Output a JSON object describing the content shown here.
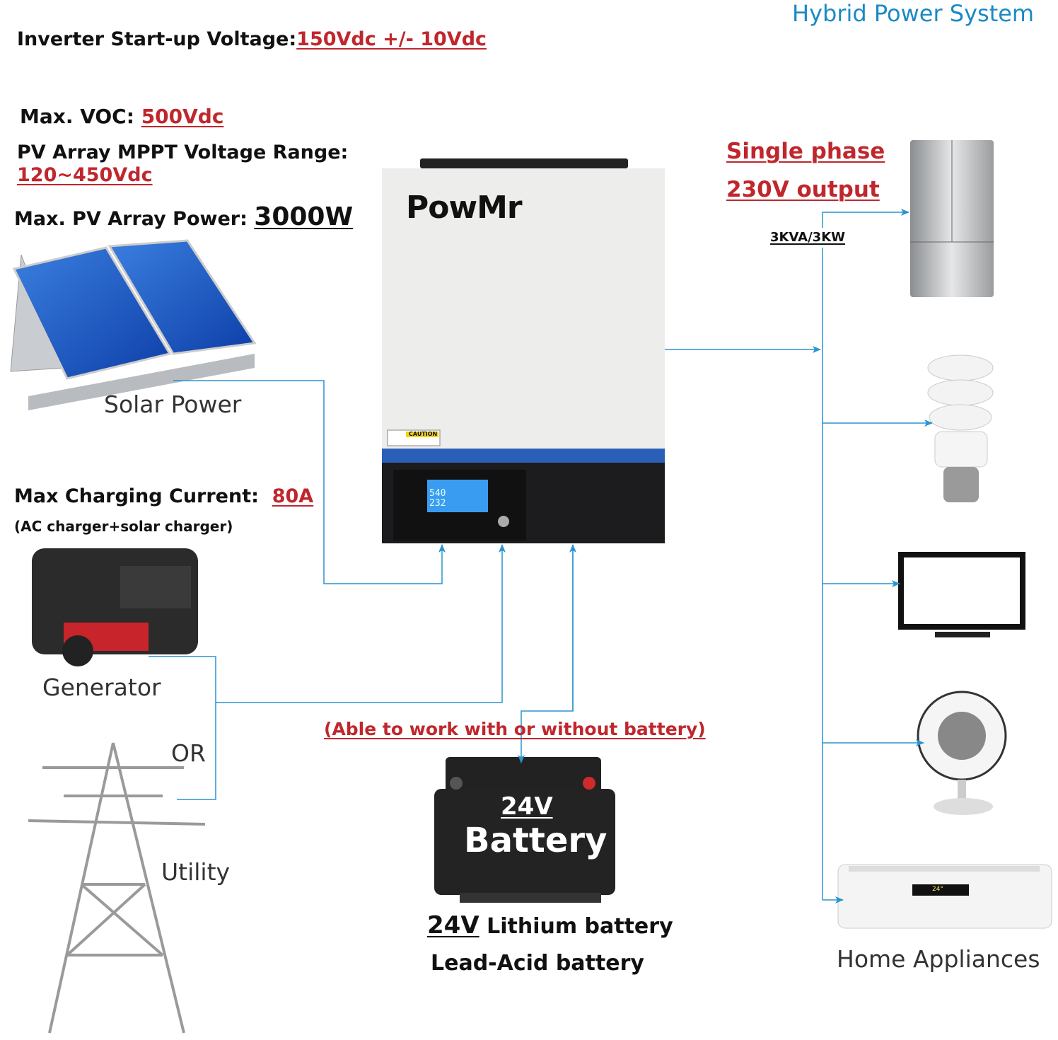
{
  "title": "Hybrid Power System",
  "specs": {
    "startup_label": "Inverter Start-up Voltage:",
    "startup_value": "150Vdc +/- 10Vdc",
    "voc_label": "Max. VOC:",
    "voc_value": "500Vdc",
    "mppt_label": "PV Array MPPT Voltage Range:",
    "mppt_value": "120~450Vdc",
    "pv_power_label": "Max. PV Array Power:",
    "pv_power_value": "3000W",
    "charging_label": "Max Charging Current:",
    "charging_value": "80A",
    "charging_note": "(AC charger+solar charger)"
  },
  "inverter": {
    "brand": "PowMr",
    "caution": "CAUTION",
    "lcd_top": "540",
    "lcd_bottom": "232"
  },
  "sources": {
    "solar": "Solar Power",
    "generator": "Generator",
    "or": "OR",
    "utility": "Utility"
  },
  "output": {
    "line1": "Single phase",
    "line2": "230V output",
    "rating": "3KVA/3KW",
    "loads_label": "Home Appliances",
    "ac_display": "24°"
  },
  "battery": {
    "note": "(Able to work with or without battery)",
    "voltage": "24V",
    "label": "Battery",
    "type1_voltage": "24V",
    "type1_rest": "Lithium battery",
    "type2": "Lead-Acid battery"
  },
  "colors": {
    "accent_red": "#c0272d",
    "line_blue": "#2a94cf",
    "title_blue": "#1a8ac6",
    "inverter_band": "#2a5fb8"
  }
}
